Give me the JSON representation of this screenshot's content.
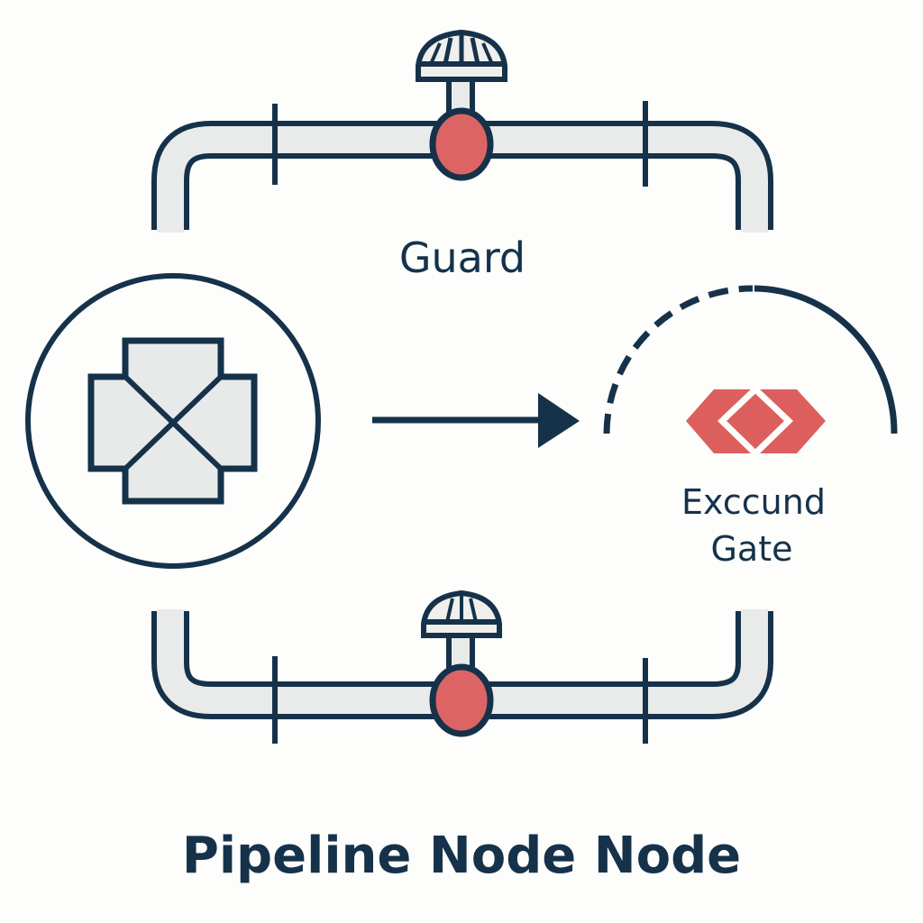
{
  "diagram": {
    "title": "Pipeline Node Node",
    "top_pipe": {
      "label": "Guard",
      "valve": "valve-with-handwheel"
    },
    "bottom_pipe": {
      "valve": "valve-with-handwheel"
    },
    "left_node": {
      "icon": "cross-fitting-icon"
    },
    "arrow": {
      "direction": "right"
    },
    "right_node": {
      "label_line1": "Exccund",
      "label_line2": "Gate",
      "icon": "gate-diamond-icon",
      "boundary": "partially-dashed-arc"
    }
  },
  "colors": {
    "stroke": "#15324a",
    "pipe_fill": "#e9ebea",
    "valve_red": "#dd6464",
    "background": "#fdfdfc"
  }
}
